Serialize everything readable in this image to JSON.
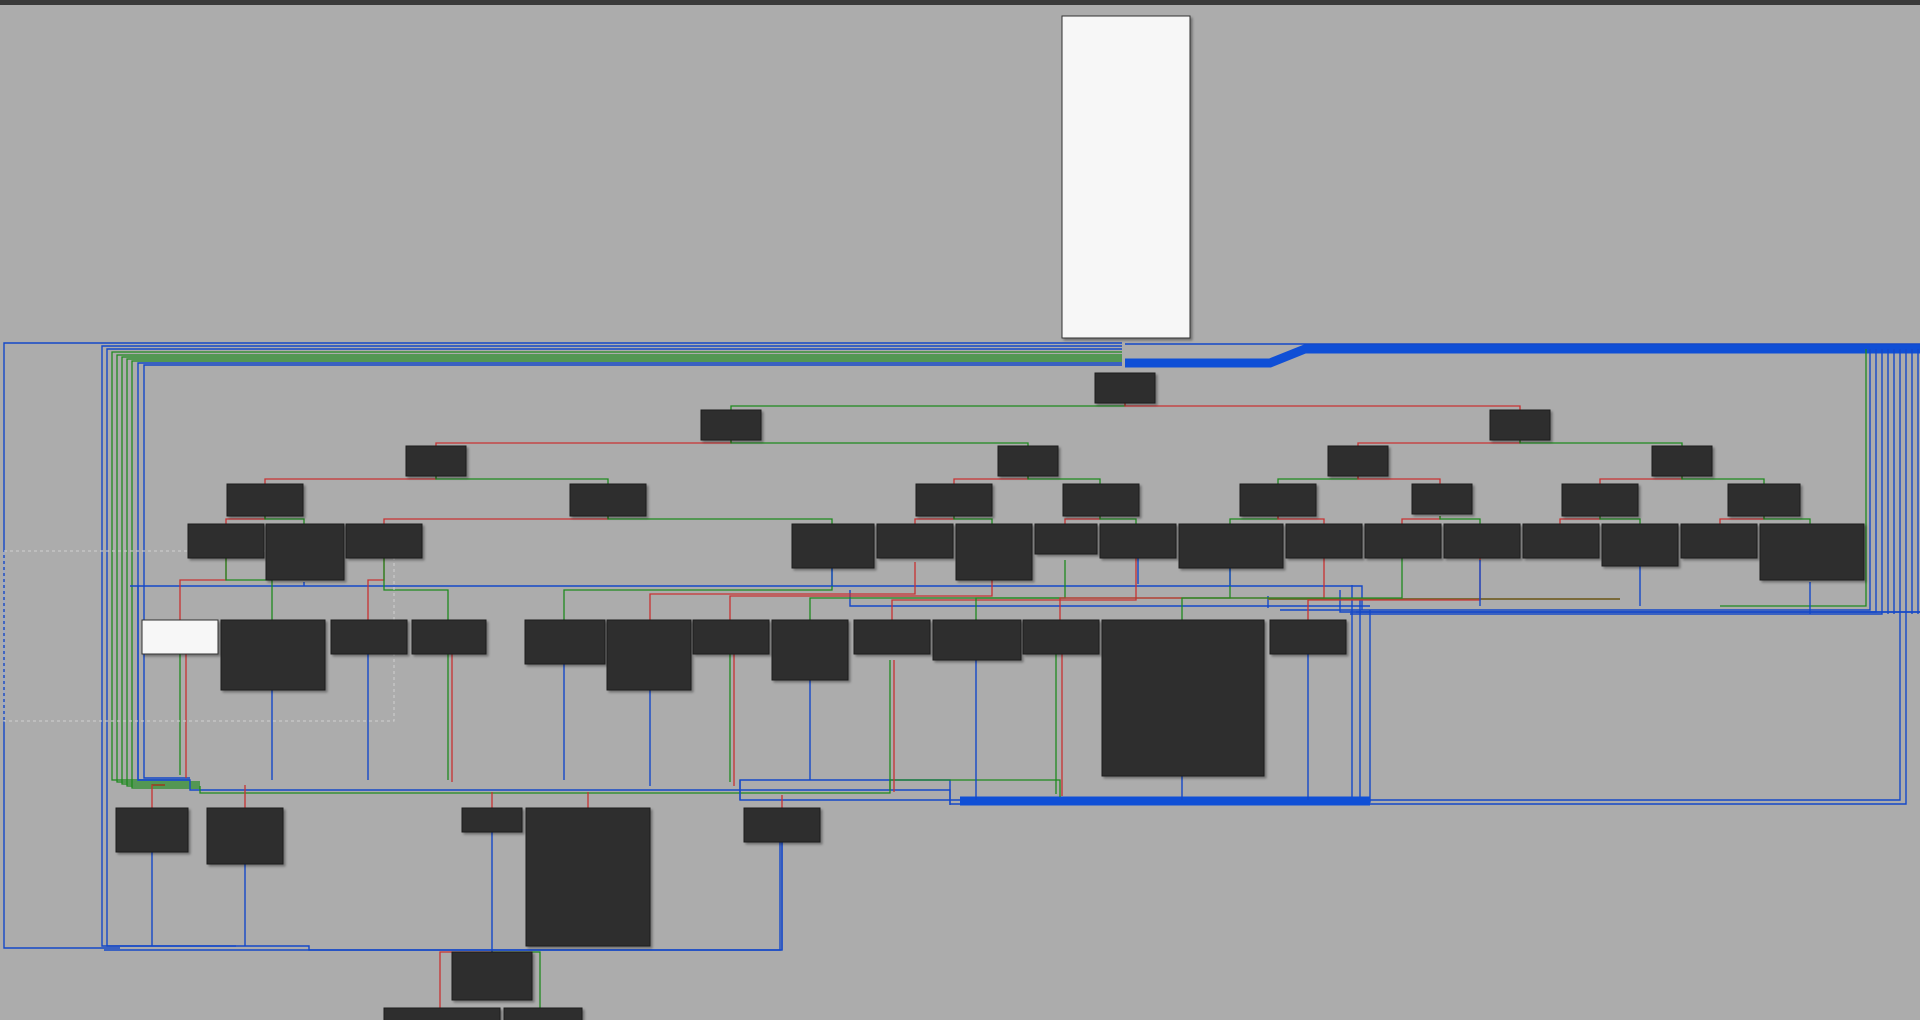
{
  "window": {
    "title": "",
    "view": "control-flow-graph"
  },
  "colors": {
    "canvas_background": "#acacac",
    "block_fill": "#2e2e2e",
    "selected_block_fill": "#f7f7f7",
    "edge_true": "#1e8a1e",
    "edge_false": "#c83232",
    "edge_unconditional": "#1448c8"
  },
  "graph": {
    "block_count": 60,
    "selected_blocks": [
      "entry-block",
      "branch-block-selected"
    ],
    "edge_legend": {
      "true_branch": "green",
      "false_branch": "red",
      "unconditional": "blue"
    }
  }
}
